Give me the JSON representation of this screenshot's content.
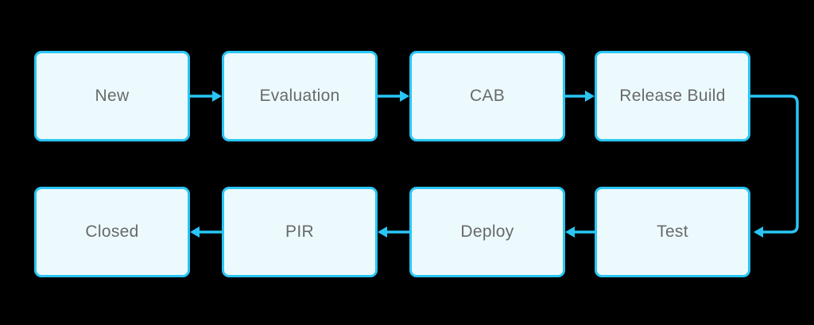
{
  "diagram": {
    "type": "flowchart",
    "nodes": [
      {
        "id": "new",
        "label": "New"
      },
      {
        "id": "evaluation",
        "label": "Evaluation"
      },
      {
        "id": "cab",
        "label": "CAB"
      },
      {
        "id": "release-build",
        "label": "Release Build"
      },
      {
        "id": "test",
        "label": "Test"
      },
      {
        "id": "deploy",
        "label": "Deploy"
      },
      {
        "id": "pir",
        "label": "PIR"
      },
      {
        "id": "closed",
        "label": "Closed"
      }
    ],
    "edges": [
      {
        "from": "New",
        "to": "Evaluation"
      },
      {
        "from": "Evaluation",
        "to": "CAB"
      },
      {
        "from": "CAB",
        "to": "Release Build"
      },
      {
        "from": "Release Build",
        "to": "Test"
      },
      {
        "from": "Test",
        "to": "Deploy"
      },
      {
        "from": "Deploy",
        "to": "PIR"
      },
      {
        "from": "PIR",
        "to": "Closed"
      }
    ],
    "colors": {
      "accent": "#29c6f5",
      "node_fill": "#ecfafe",
      "text": "#696969",
      "background": "#000000"
    }
  }
}
